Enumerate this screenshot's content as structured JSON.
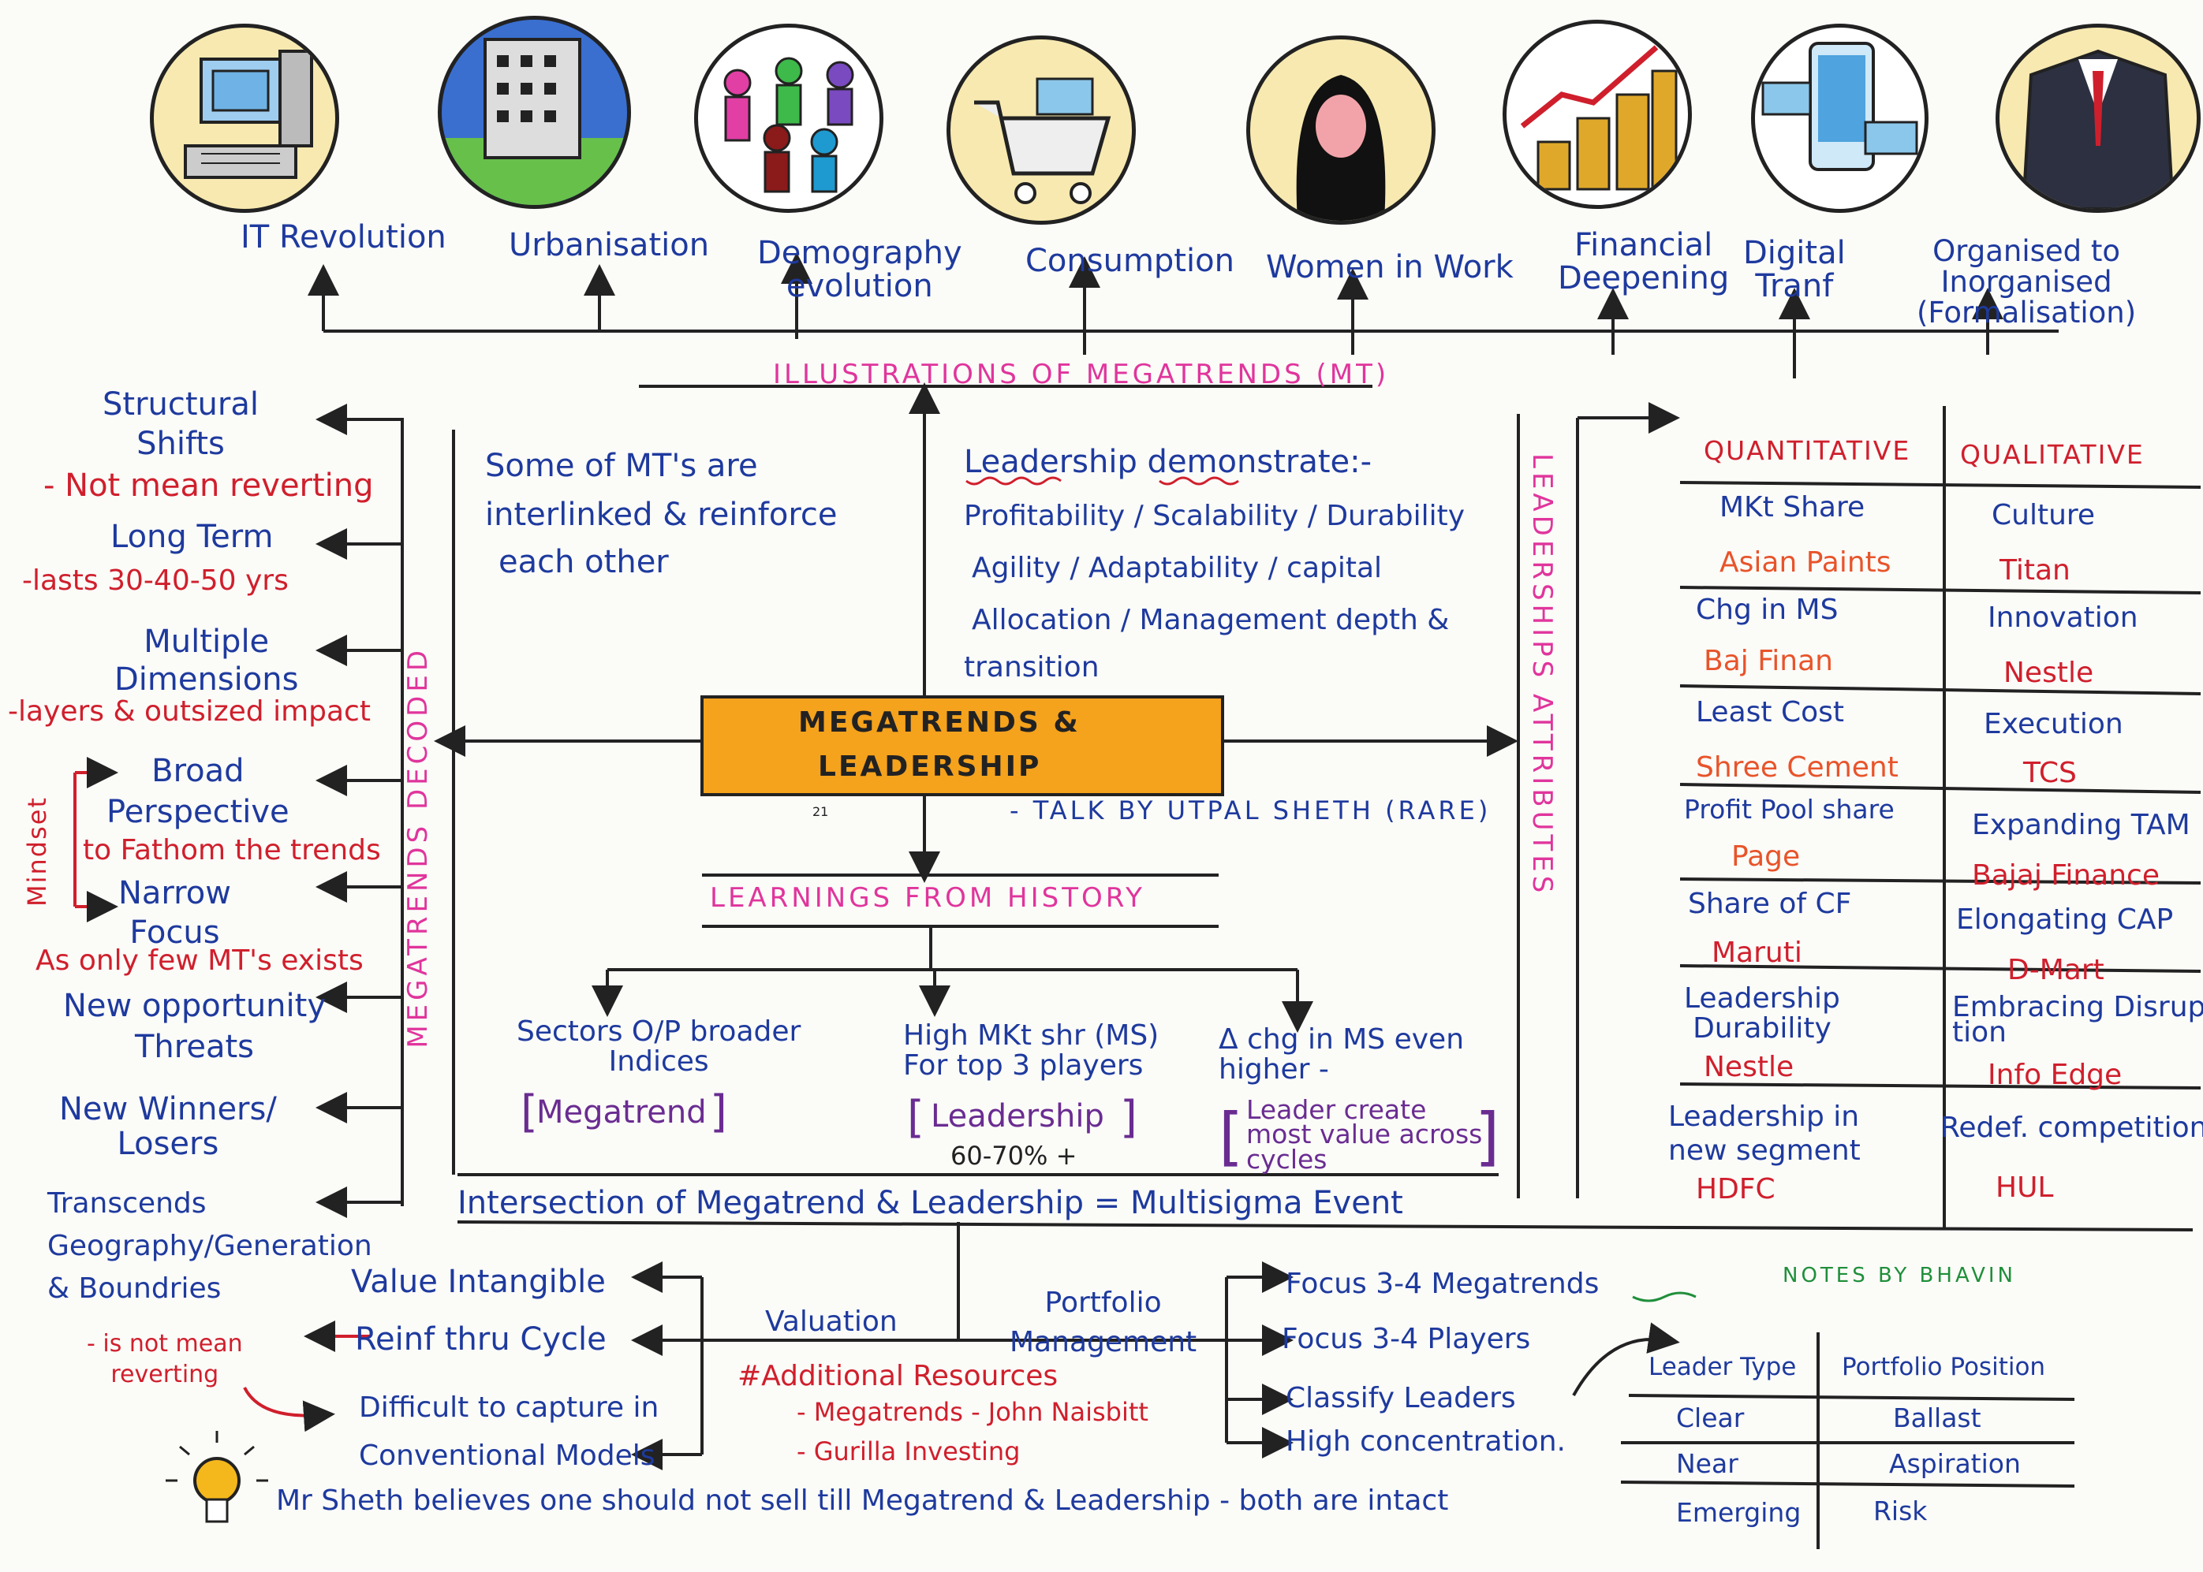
{
  "colors": {
    "blue": "#1e3a9e",
    "red": "#d01f2c",
    "orange": "#e8542a",
    "pink": "#e0359c",
    "purple": "#6a2c91",
    "green": "#1f8f3a",
    "box": "#f5a21c"
  },
  "icons": [
    {
      "name": "computer-icon",
      "label": "IT Revolution"
    },
    {
      "name": "building-globe-icon",
      "label": "Urbanisation"
    },
    {
      "name": "people-icon",
      "label": "Demography\nevolution"
    },
    {
      "name": "shopping-cart-icon",
      "label": "Consumption"
    },
    {
      "name": "woman-icon",
      "label": "Women in Work"
    },
    {
      "name": "coins-growth-icon",
      "label": "Financial\nDeepening"
    },
    {
      "name": "phone-payment-icon",
      "label": "Digital\nTranf"
    },
    {
      "name": "business-suit-icon",
      "label": "Organised to\nInorganised\n(Formalisation)"
    }
  ],
  "center": {
    "title_line1": "MEGATRENDS &",
    "title_line2": "LEADERSHIP",
    "talk": "- TALK BY UTPAL SHETH (RARE)",
    "dot": "21"
  },
  "illustrations_header": "ILLUSTRATIONS OF MEGATRENDS (MT)",
  "learnings_header": "LEARNINGS FROM HISTORY",
  "megatrends_decoded": "MEGATRENDS DECODED",
  "leaderships_attributes": "LEADERSHIPS ATTRIBUTES",
  "interlinked": [
    "Some of MT's are",
    "interlinked & reinforce",
    "each other"
  ],
  "leadership_demonstrate": [
    "Leadership demonstrate:-",
    "Profitability / Scalability / Durability",
    "Agility / Adaptability / capital",
    "Allocation / Management depth &",
    "transition"
  ],
  "left_items": [
    {
      "text": "Structural\nShifts",
      "sub": "- Not mean reverting"
    },
    {
      "text": "Long Term",
      "sub": "-lasts 30-40-50 yrs"
    },
    {
      "text": "Multiple\nDimensions",
      "sub": "-layers & outsized impact"
    },
    {
      "text": "Broad\nPerspective",
      "sub": "to Fathom the trends"
    },
    {
      "text": "Narrow\nFocus",
      "sub": "As only few MT's exists"
    },
    {
      "text": "New opportunity\nThreats",
      "sub": ""
    },
    {
      "text": "New Winners/\nLosers",
      "sub": ""
    },
    {
      "text": "Transcends\nGeography/Generation\n& Boundries",
      "sub": ""
    }
  ],
  "mindset": "Mindset",
  "history": [
    {
      "text": "Sectors O/P broader\nIndices",
      "tag": "Megatrend",
      "extra": ""
    },
    {
      "text": "High MKt shr (MS)\nFor top 3 players",
      "tag": "Leadership",
      "extra": "60-70% +"
    },
    {
      "text": "Δ chg in MS even\nhigher -",
      "tag": "Leader create\nmost value across\ncycles",
      "extra": ""
    }
  ],
  "intersection": "Intersection of Megatrend & Leadership = Multisigma Event",
  "table": {
    "headers": [
      "QUANTITATIVE",
      "QUALITATIVE"
    ],
    "rows": [
      [
        "MKt Share",
        "Culture"
      ],
      [
        "Asian Paints",
        "Titan"
      ],
      [
        "Chg in MS",
        "Innovation"
      ],
      [
        "Baj Finan",
        "Nestle"
      ],
      [
        "Least Cost",
        "Execution"
      ],
      [
        "Shree Cement",
        "TCS"
      ],
      [
        "Profit Pool share",
        "Expanding TAM"
      ],
      [
        "Page",
        "Bajaj Finance"
      ],
      [
        "Share of CF",
        "Elongating CAP"
      ],
      [
        "Maruti",
        "D-Mart"
      ],
      [
        "Leadership\nDurability",
        "Embracing Disrup-\ntion"
      ],
      [
        "Nestle",
        "Info Edge"
      ],
      [
        "Leadership in\nnew segment",
        "Redef. competition"
      ],
      [
        "HDFC",
        "HUL"
      ]
    ]
  },
  "valuation": {
    "label": "Valuation",
    "items": [
      "Value Intangible",
      "Reinf thru Cycle",
      "Difficult to capture in\nConventional Models"
    ],
    "note": "- is not mean\nreverting"
  },
  "portfolio": {
    "label": "Portfolio\nManagement",
    "items": [
      "Focus 3-4 Megatrends",
      "Focus 3-4 Players",
      "Classify Leaders",
      "High concentration."
    ]
  },
  "resources": {
    "title": "#Additional Resources",
    "items": [
      "- Megatrends - John Naisbitt",
      "- Gurilla Investing"
    ]
  },
  "notes_by": "NOTES BY BHAVIN",
  "leader_table": {
    "headers": [
      "Leader Type",
      "Portfolio Position"
    ],
    "rows": [
      [
        "Clear",
        "Ballast"
      ],
      [
        "Near",
        "Aspiration"
      ],
      [
        "Emerging",
        "Risk"
      ]
    ]
  },
  "footer": "Mr Sheth believes one should not sell till Megatrend & Leadership - both are intact"
}
